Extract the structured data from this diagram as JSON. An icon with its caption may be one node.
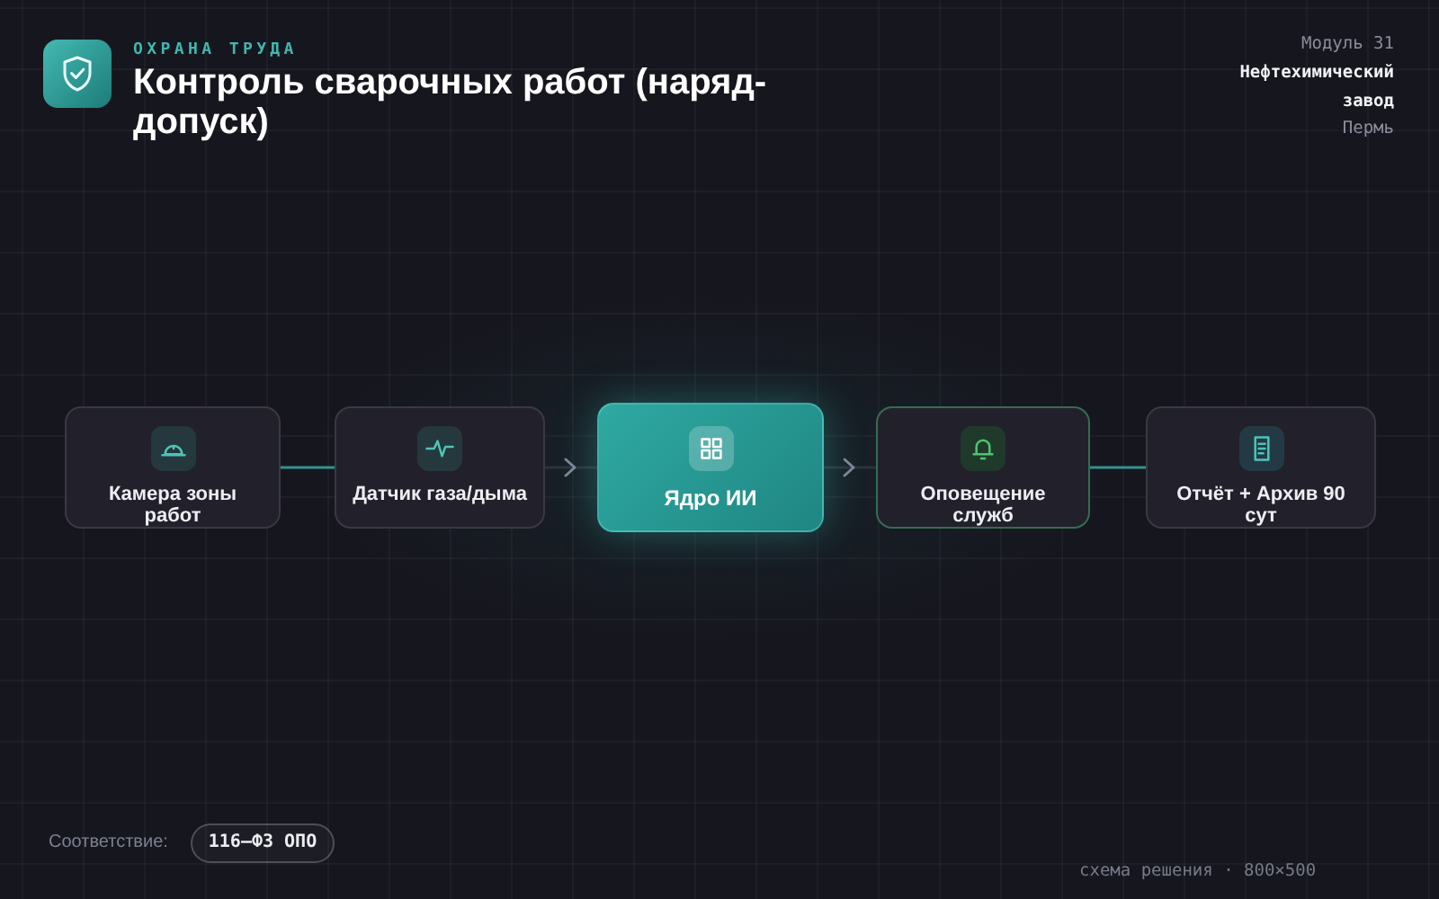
{
  "diagram": {
    "title": "Контроль сварочных работ (наряд-допуск)",
    "nodes": [
      {
        "text": [
          "Камера зоны работ"
        ]
      },
      {
        "text": [
          "Датчик газа/дыма"
        ]
      },
      {
        "text": [
          "Ядро ИИ"
        ]
      },
      {
        "text": [
          "Оповещение служб"
        ]
      },
      {
        "text": [
          "Отчёт + Архив 90 сут"
        ]
      },
      {
        "text": [
          "116–ФЗ ОПО"
        ],
        "beside": [
          "Соответствие:"
        ]
      }
    ],
    "edges": [
      {
        "from": 0,
        "to": 1,
        "arrow": "none",
        "color": "#3aa9a2"
      },
      {
        "from": 1,
        "to": 2,
        "arrow": "to"
      },
      {
        "from": 2,
        "to": 3,
        "arrow": "to"
      },
      {
        "from": 3,
        "to": 4,
        "arrow": "none",
        "color": "#3aa9a2"
      }
    ],
    "labels": [
      "ОХРАНА ТРУДА",
      "Модуль 31",
      "Нефтехимический завод",
      "Пермь",
      "схема решения · 800×500"
    ]
  }
}
